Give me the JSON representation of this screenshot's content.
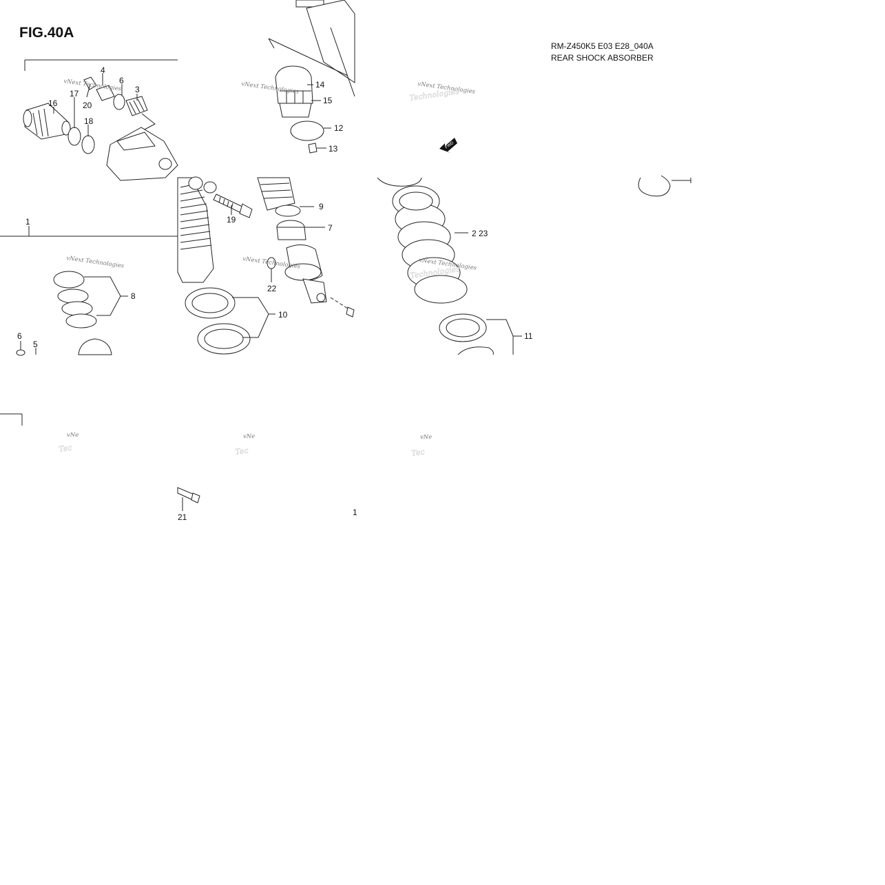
{
  "header": {
    "figure": "FIG.40A",
    "model_code": "RM-Z450K5 E03 E28_040A",
    "part_name": "REAR SHOCK ABSORBER"
  },
  "callouts": {
    "c1": "1",
    "c2_23": "2 23",
    "c3": "3",
    "c4": "4",
    "c5": "5",
    "c6": "6",
    "c7": "7",
    "c8": "8",
    "c9": "9",
    "c10": "10",
    "c11": "11",
    "c12": "12",
    "c13": "13",
    "c14": "14",
    "c15": "15",
    "c16": "16",
    "c17": "17",
    "c18": "18",
    "c19": "19",
    "c20": "20",
    "c21": "21",
    "c22": "22",
    "c1_bottom": "1"
  },
  "watermark": {
    "line1": "vNext Technologies",
    "line2": "Technologies",
    "fragment": "vNe",
    "fragment2": "Tec"
  },
  "badges": {
    "fwd": "FWD"
  }
}
